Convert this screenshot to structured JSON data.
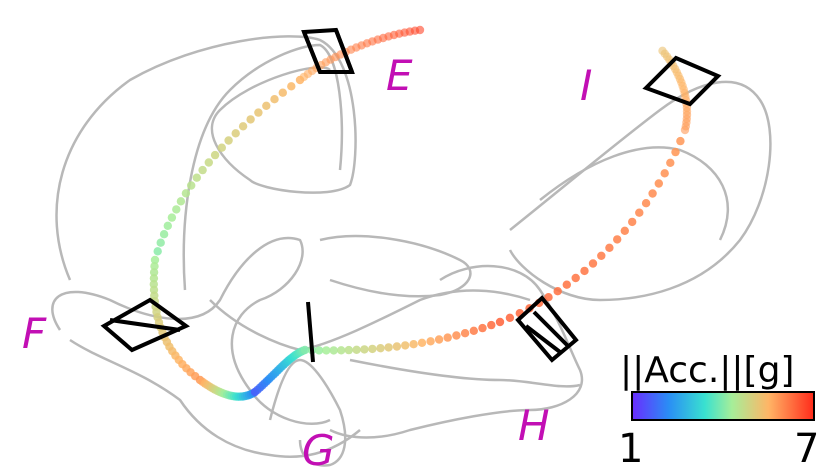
{
  "labels": {
    "E": "E",
    "F": "F",
    "G": "G",
    "H": "H",
    "I": "I"
  },
  "colorbar": {
    "title": "||Acc.||[g]",
    "min_label": "1",
    "max_label": "7",
    "min": 1,
    "max": 7,
    "colormap": "rainbow"
  },
  "colors": {
    "label": "#c20fb4",
    "outline": "#b8b8b8",
    "frame": "#000000"
  }
}
